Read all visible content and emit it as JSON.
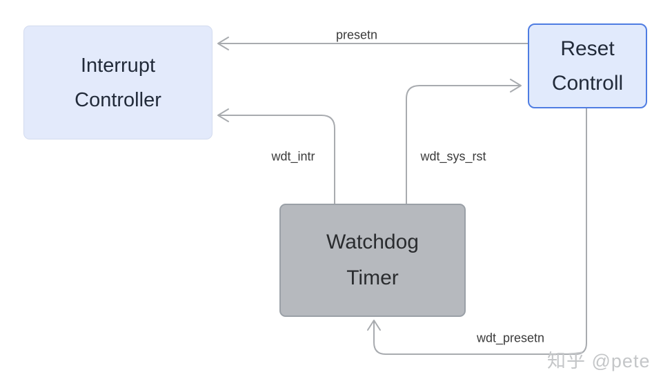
{
  "diagram": {
    "nodes": {
      "interrupt_controller": {
        "line1": "Interrupt",
        "line2": "Controller"
      },
      "reset_control": {
        "line1": "Reset",
        "line2": "Controll"
      },
      "watchdog_timer": {
        "line1": "Watchdog",
        "line2": "Timer"
      }
    },
    "edges": {
      "presetn": {
        "label": "presetn",
        "from": "reset_control",
        "to": "interrupt_controller"
      },
      "wdt_intr": {
        "label": "wdt_intr",
        "from": "watchdog_timer",
        "to": "interrupt_controller"
      },
      "wdt_sys_rst": {
        "label": "wdt_sys_rst",
        "from": "watchdog_timer",
        "to": "reset_control"
      },
      "wdt_presetn": {
        "label": "wdt_presetn",
        "from": "reset_control",
        "to": "watchdog_timer"
      }
    },
    "watermark": "知乎 @pete",
    "colors": {
      "background": "#ffffff",
      "node_fill_blue": "#e3eafb",
      "node_border_subtle": "#d3dbef",
      "node_border_accent": "#4e7ce2",
      "node_fill_gray": "#b6b9be",
      "node_border_gray": "#9aa0a7",
      "node_text": "#222b3a",
      "connector": "#a8abaf",
      "edge_label_text": "#3b3b3b",
      "watermark_text": "#c4c6c8"
    }
  }
}
